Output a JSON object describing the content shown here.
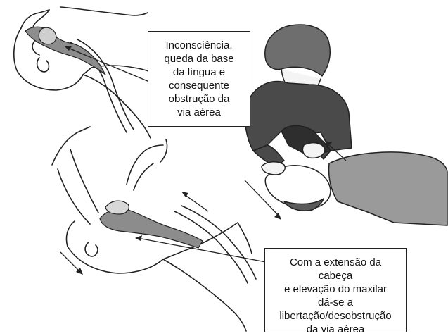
{
  "labels": {
    "top": {
      "lines": [
        "Inconsciência,",
        "queda da base",
        "da língua e",
        "consequente",
        "obstrução da",
        "via aérea"
      ]
    },
    "bottom": {
      "lines": [
        "Com a extensão da",
        "cabeça",
        "e  elevação do maxilar",
        "dá-se a",
        "libertação/desobstrução",
        "da via aérea"
      ]
    }
  },
  "colors": {
    "ink": "#222222",
    "airway_fill": "#8c8c8c",
    "sweater": "#4a4a4a",
    "blanket": "#9a9a9a",
    "hair": "#6e6e6e"
  },
  "icons": {
    "arrows": "arrow-icon"
  }
}
